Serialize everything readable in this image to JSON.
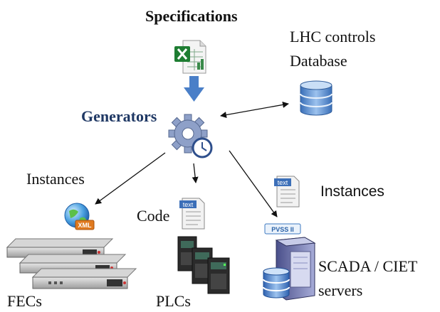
{
  "labels": {
    "specifications": "Specifications",
    "generators": "Generators",
    "lhc_db_line1": "LHC controls",
    "lhc_db_line2": "Database",
    "instances_left": "Instances",
    "instances_right": "Instances",
    "code": "Code",
    "fecs": "FECs",
    "plcs": "PLCs",
    "scada_line1": "SCADA / CIET",
    "scada_line2": "servers"
  },
  "icon_text": {
    "xml_badge": "XML",
    "text_doc": "text",
    "pvss_badge": "PVSS II"
  },
  "colors": {
    "generators_text": "#1f3864",
    "excel_green": "#1e7d32",
    "db_blue": "#5a8fd0",
    "down_arrow": "#4a7fc8",
    "gear": "#8ea0c8"
  }
}
